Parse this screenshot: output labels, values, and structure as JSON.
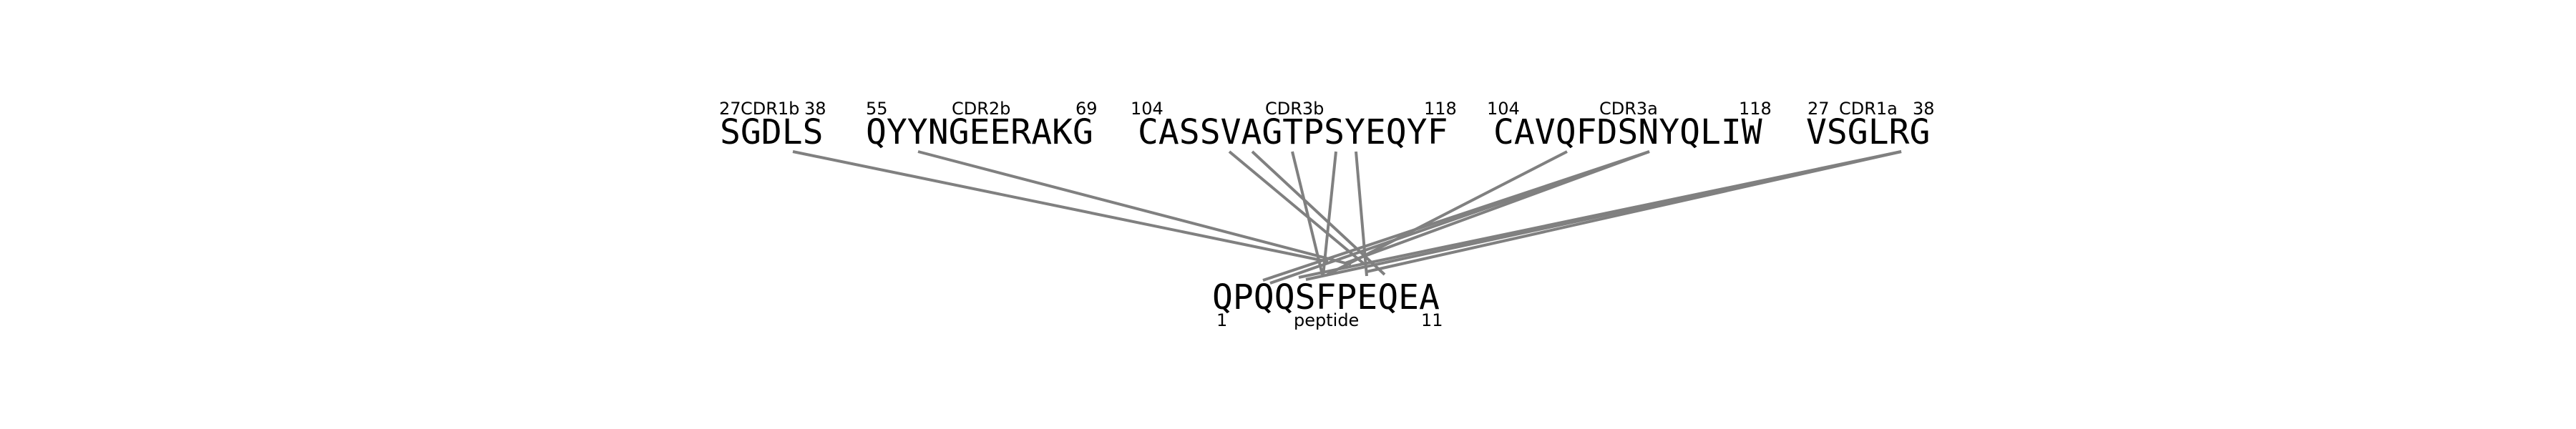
{
  "colors": {
    "link": "#808080",
    "text": "#000000",
    "background": "#ffffff"
  },
  "segments": [
    {
      "id": "cdr1b",
      "name": "CDR1b",
      "sequence": "SGDLS",
      "start": "27",
      "end": "38"
    },
    {
      "id": "cdr2b",
      "name": "CDR2b",
      "sequence": "QYYNGEERAKG",
      "start": "55",
      "end": "69"
    },
    {
      "id": "cdr3b",
      "name": "CDR3b",
      "sequence": "CASSVAGTPSYEQYF",
      "start": "104",
      "end": "118"
    },
    {
      "id": "cdr3a",
      "name": "CDR3a",
      "sequence": "CAVQFDSNYQLIW",
      "start": "104",
      "end": "118"
    },
    {
      "id": "cdr1a",
      "name": "CDR1a",
      "sequence": "VSGLRG",
      "start": "27",
      "end": "38"
    }
  ],
  "peptide": {
    "name": "peptide",
    "sequence": "QPQQSFPEQEA",
    "start": "1",
    "end": "11"
  }
}
